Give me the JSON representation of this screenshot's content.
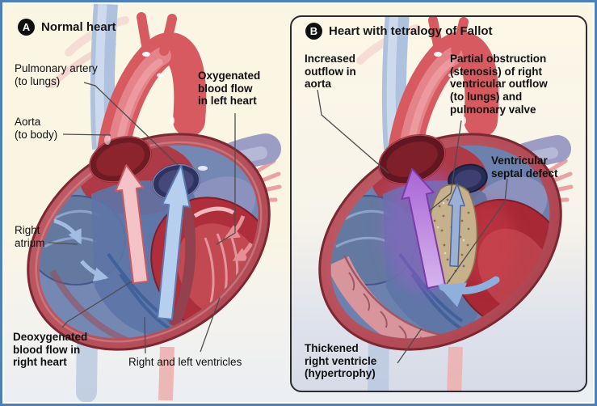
{
  "figure": {
    "type": "medical-illustration",
    "subject": "Comparison of a normal heart and a heart with tetralogy of Fallot"
  },
  "panel_a": {
    "badge": "A",
    "title": "Normal heart",
    "labels": {
      "pulmonary_artery": "Pulmonary artery\n(to lungs)",
      "aorta": "Aorta\n(to body)",
      "oxygenated": "Oxygenated\nblood flow\nin left heart",
      "right_atrium": "Right\natrium",
      "deoxygenated": "Deoxygenated\nblood flow in\nright heart",
      "ventricles": "Right and left ventricles"
    }
  },
  "panel_b": {
    "badge": "B",
    "title": "Heart with tetralogy of Fallot",
    "labels": {
      "increased_outflow": "Increased\noutflow in\naorta",
      "partial_obstruction": "Partial obstruction\n(stenosis) of right\nventricular outflow\n(to lungs) and\npulmonary valve",
      "ventricular_septal_defect": "Ventricular\nseptal defect",
      "thickened_ventricle": "Thickened\nright ventricle\n(hypertrophy)"
    }
  },
  "colors": {
    "frame_border": "#4d80b8",
    "panel_b_border": "#2c2c30",
    "background_cream": "#fbf6e4",
    "background_bottom_grey": "#d7dbe7",
    "badge_background": "#101010",
    "badge_text": "#ffffff",
    "label_text": "#101010",
    "leader_line": "#4d4d4d",
    "oxygenated_red": "#c0303d",
    "deoxygenated_blue": "#5d74a6",
    "mixed_blood_purple": "#a865d6",
    "heart_wall_rose": "#c4606b",
    "stenosis_tissue_tan": "#c7b28c"
  }
}
